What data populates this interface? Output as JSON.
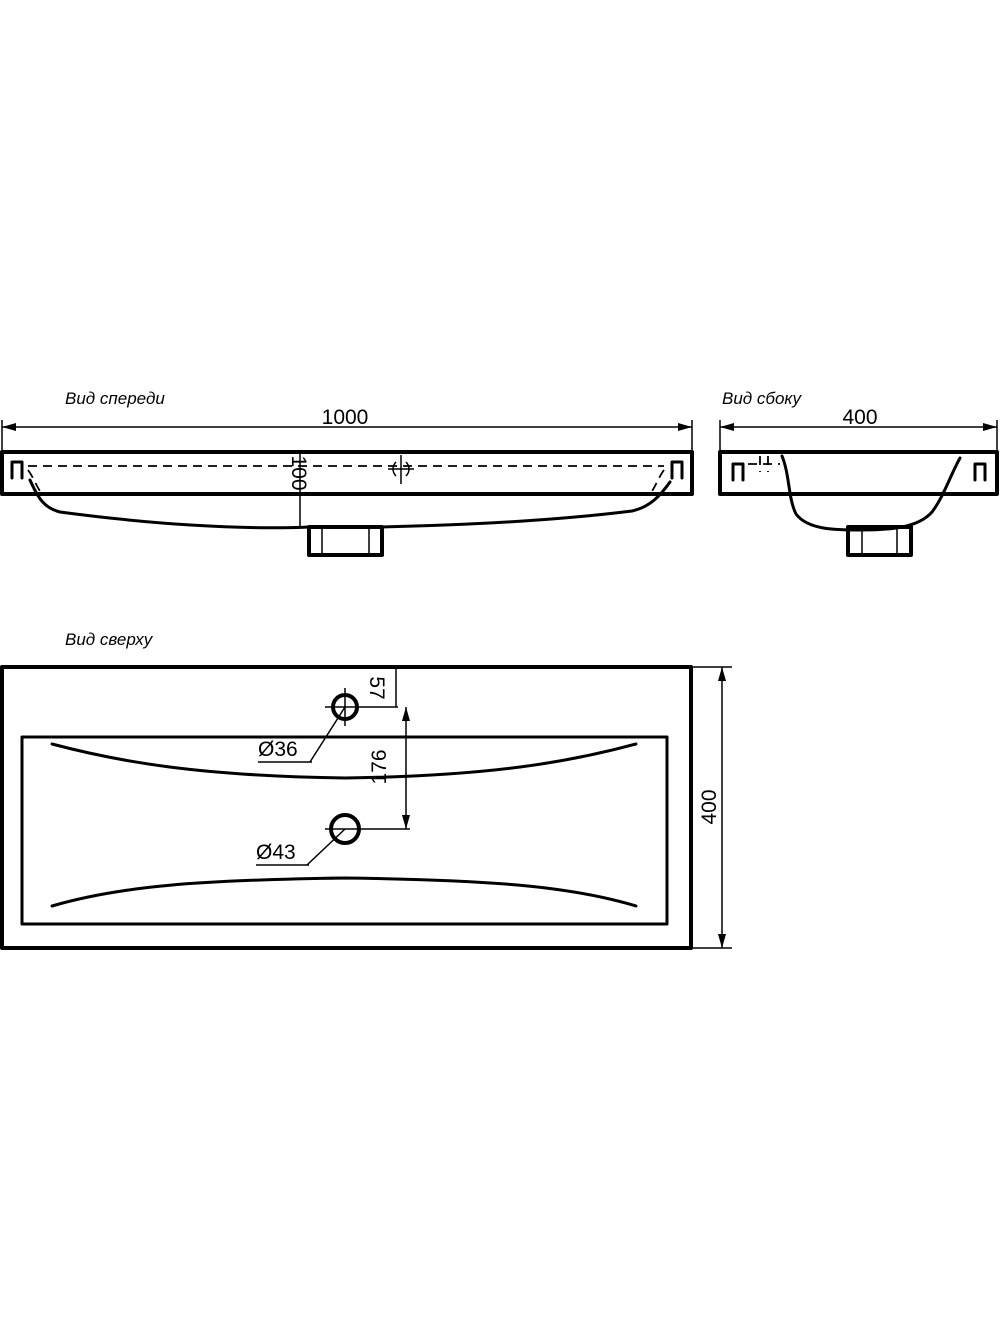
{
  "views": {
    "front": {
      "label": "Вид спереди",
      "width": "1000",
      "height": "100"
    },
    "side": {
      "label": "Вид сбоку",
      "depth": "400"
    },
    "top": {
      "label": "Вид сверху",
      "depth": "400",
      "tap_offset": "57",
      "hole_spacing": "176",
      "tap_hole_diameter": "Ø36",
      "drain_diameter": "Ø43"
    }
  }
}
